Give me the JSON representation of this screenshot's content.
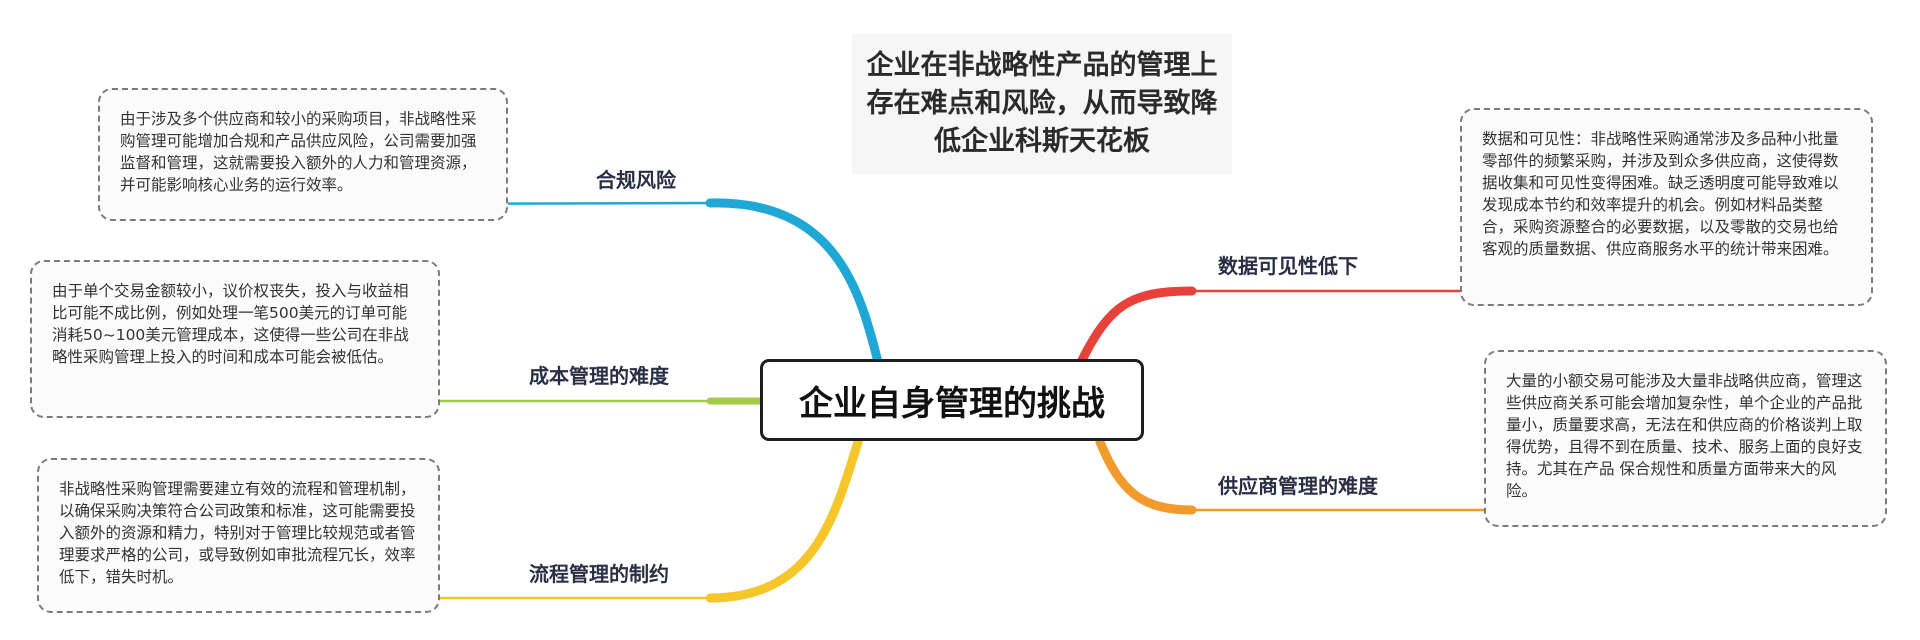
{
  "title": "企业在非战略性产品的管理上存在难点和风险，从而导致降低企业科斯天花板",
  "central_topic": "企业自身管理的挑战",
  "colors": {
    "compliance": "#1fa8d6",
    "cost": "#a3cc45",
    "process": "#f5c62a",
    "data": "#e8413a",
    "supplier": "#f39a2c",
    "note_border": "#7b7b7b"
  },
  "branches": {
    "compliance": {
      "label": "合规风险",
      "note": "由于涉及多个供应商和较小的采购项目，非战略性采购管理可能增加合规和产品供应风险，公司需要加强监督和管理，这就需要投入额外的人力和管理资源，并可能影响核心业务的运行效率。"
    },
    "cost": {
      "label": "成本管理的难度",
      "note": "由于单个交易金额较小，议价权丧失，投入与收益相比可能不成比例，例如处理一笔500美元的订单可能消耗50~100美元管理成本，这使得一些公司在非战略性采购管理上投入的时间和成本可能会被低估。"
    },
    "process": {
      "label": "流程管理的制约",
      "note": "非战略性采购管理需要建立有效的流程和管理机制，以确保采购决策符合公司政策和标准，这可能需要投入额外的资源和精力，特别对于管理比较规范或者管理要求严格的公司，或导致例如审批流程冗长，效率低下，错失时机。"
    },
    "data": {
      "label": "数据可见性低下",
      "note": "数据和可见性：非战略性采购通常涉及多品种小批量零部件的频繁采购，并涉及到众多供应商，这使得数据收集和可见性变得困难。缺乏透明度可能导致难以发现成本节约和效率提升的机会。例如材料品类整合，采购资源整合的必要数据，以及零散的交易也给客观的质量数据、供应商服务水平的统计带来困难。"
    },
    "supplier": {
      "label": "供应商管理的难度",
      "note": "大量的小额交易可能涉及大量非战略供应商，管理这些供应商关系可能会增加复杂性，单个企业的产品批量小，质量要求高，无法在和供应商的价格谈判上取得优势，且得不到在质量、技术、服务上面的良好支持。尤其在产品 保合规性和质量方面带来大的风险。"
    }
  }
}
